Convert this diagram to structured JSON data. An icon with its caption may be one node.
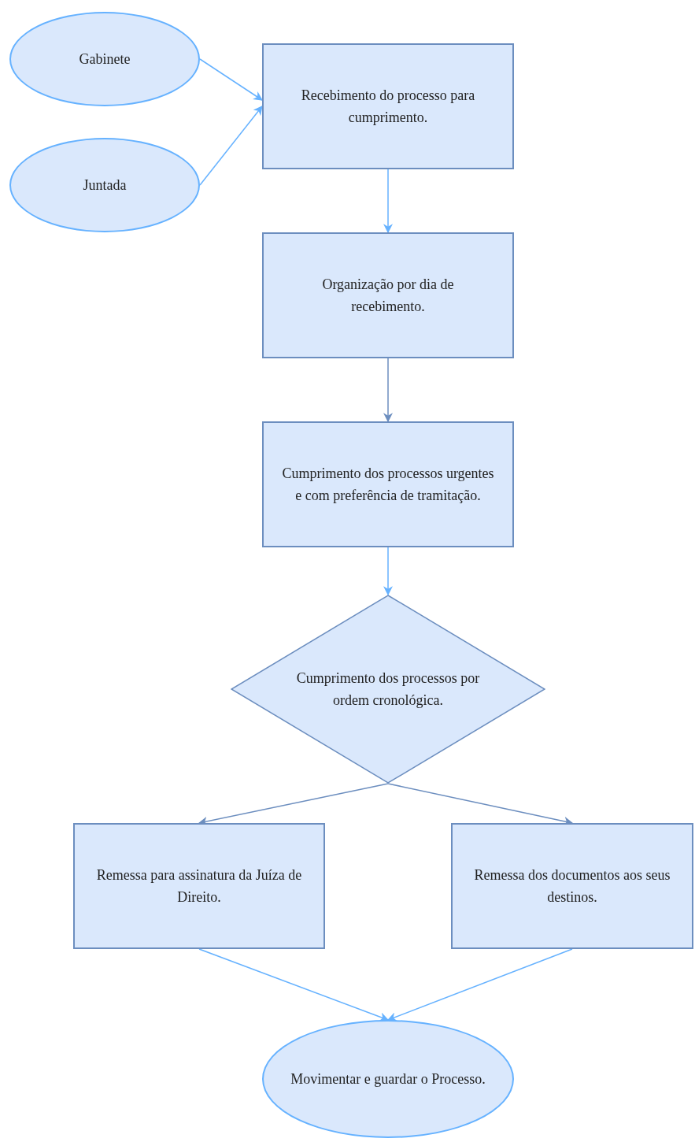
{
  "diagram": {
    "nodes": [
      {
        "text": [
          "Gabinete"
        ]
      },
      {
        "text": [
          "Juntada"
        ]
      },
      {
        "text": [
          "Recebimento do processo para cumprimento."
        ]
      },
      {
        "text": [
          "Organização por dia de recebimento."
        ]
      },
      {
        "text": [
          "Cumprimento dos processos urgentes e com preferência de tramitação."
        ]
      },
      {
        "text": [
          "Cumprimento dos processos por ordem cronológica."
        ]
      },
      {
        "text": [
          "Remessa para assinatura da Juíza de Direito."
        ]
      },
      {
        "text": [
          "Remessa dos documentos aos seus destinos."
        ]
      },
      {
        "text": [
          "Movimentar e guardar o Processo."
        ]
      }
    ],
    "edges": [
      {
        "from": 0,
        "to": 2,
        "arrow": "to"
      },
      {
        "from": 1,
        "to": 2,
        "arrow": "to"
      },
      {
        "from": 2,
        "to": 3,
        "arrow": "to"
      },
      {
        "from": 3,
        "to": 4,
        "arrow": "to",
        "color": "#6c8ebf"
      },
      {
        "from": 4,
        "to": 5,
        "arrow": "to"
      },
      {
        "from": 5,
        "to": 6,
        "arrow": "to",
        "color": "#6c8ebf"
      },
      {
        "from": 5,
        "to": 7,
        "arrow": "to",
        "color": "#6c8ebf"
      },
      {
        "from": 6,
        "to": 8,
        "arrow": "to"
      },
      {
        "from": 7,
        "to": 8,
        "arrow": "to"
      }
    ]
  }
}
